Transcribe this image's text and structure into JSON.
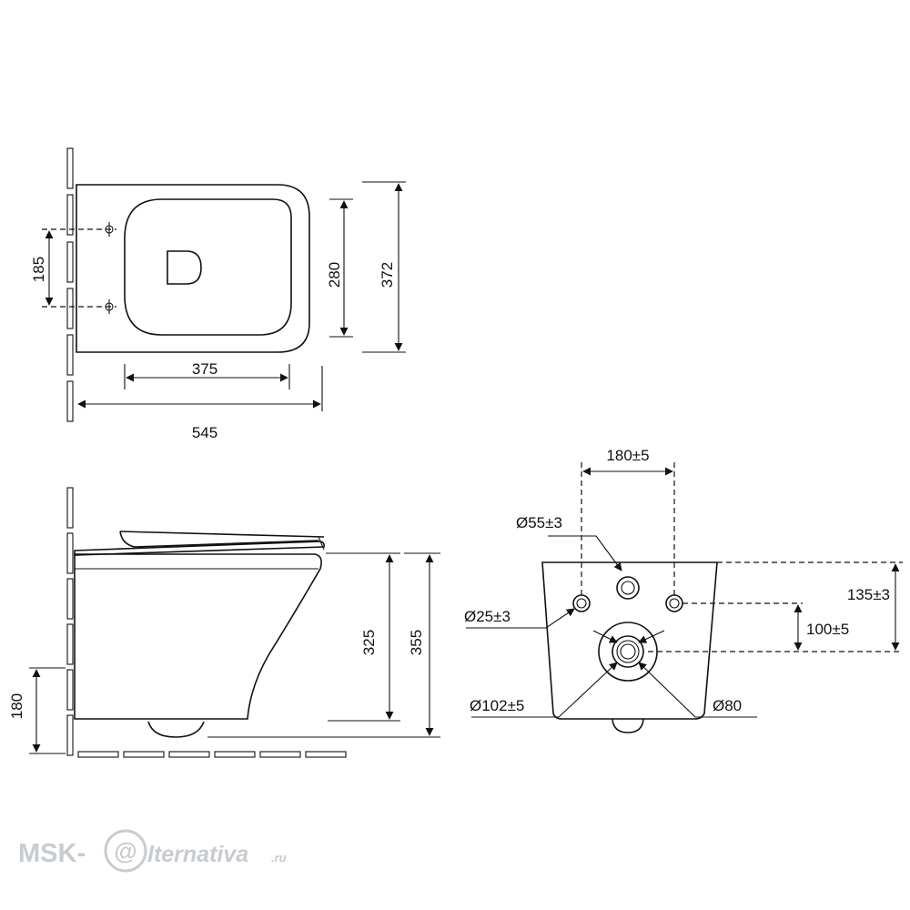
{
  "colors": {
    "line": "#111111",
    "background": "#ffffff",
    "watermark": "#c8ccd0"
  },
  "top_view": {
    "dim_width_total": "545",
    "dim_bowl_width": "375",
    "dim_outer_depth": "372",
    "dim_bowl_depth": "280",
    "dim_fixing_spacing": "185"
  },
  "side_view": {
    "dim_height_total": "355",
    "dim_height_body": "325",
    "dim_outlet_height": "180"
  },
  "rear_view": {
    "dim_inlet_spacing": "180±5",
    "dim_inlet_diameter": "Ø55±3",
    "dim_fixing_hole_diameter": "Ø25±3",
    "dim_height_135": "135±3",
    "dim_height_100": "100±5",
    "dim_outlet_outer_diameter": "Ø102±5",
    "dim_outlet_inner_diameter": "Ø80"
  },
  "watermark": {
    "prefix": "MSK-",
    "at_glyph": "@",
    "suffix": "lternativa",
    "domain": ".ru"
  }
}
